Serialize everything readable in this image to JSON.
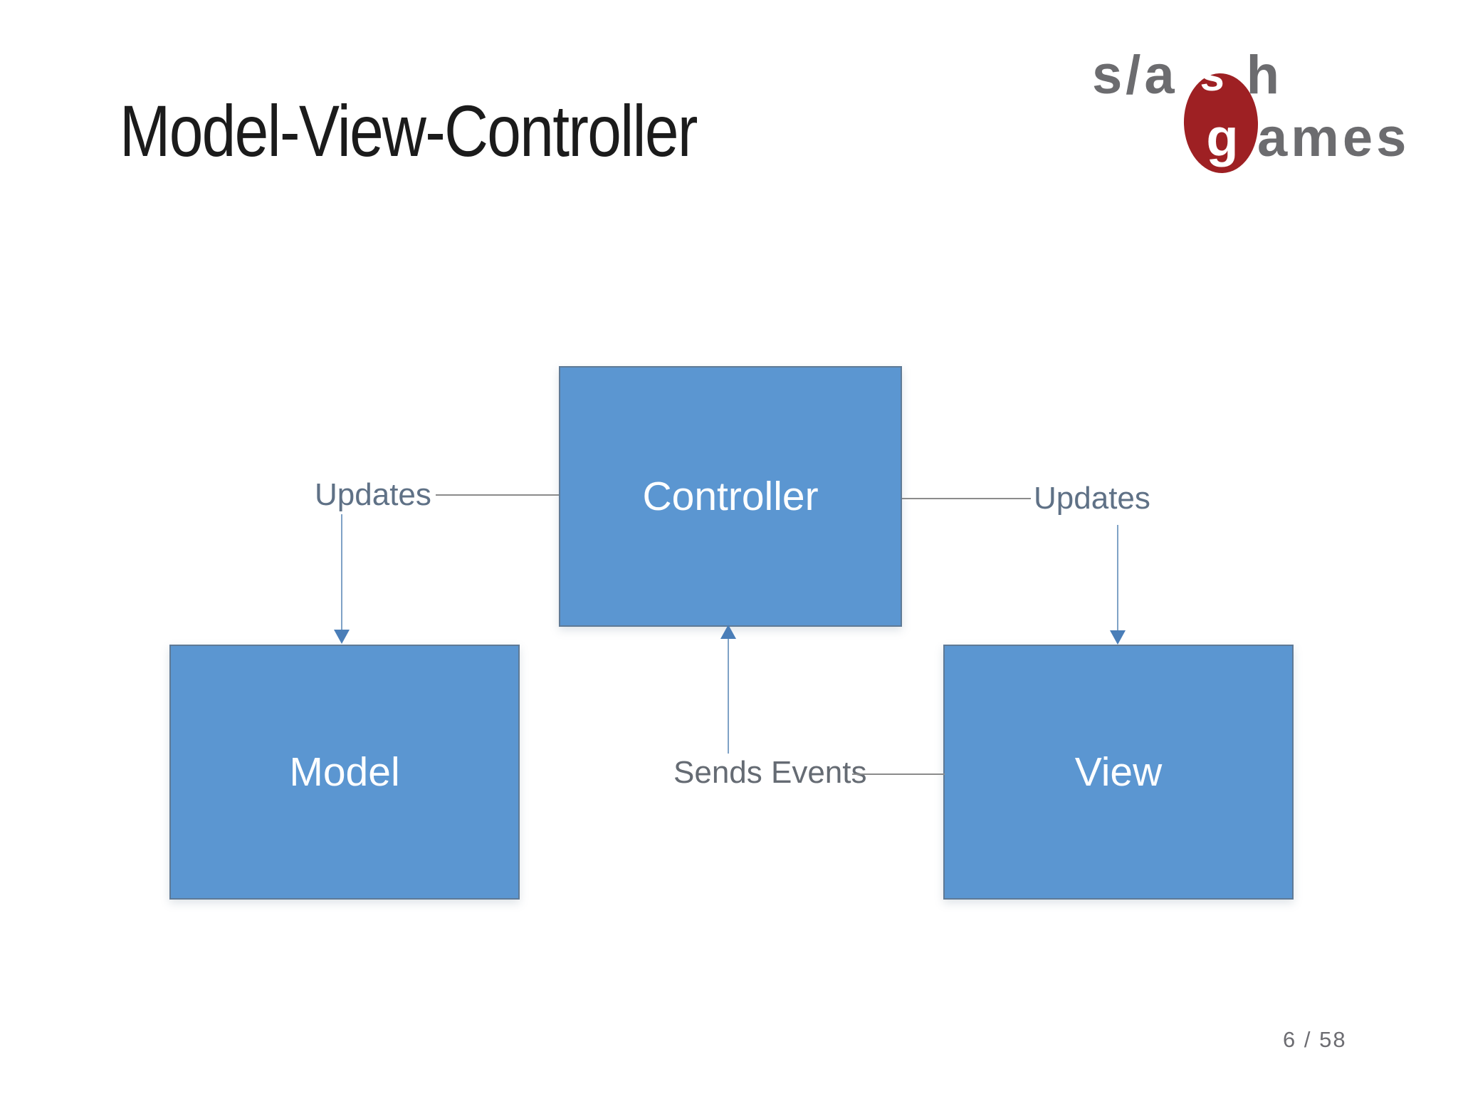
{
  "slide": {
    "title": "Model-View-Controller",
    "page_number": "6 / 58"
  },
  "logo": {
    "name": "slash games",
    "line1_prefix": "s/a",
    "line1_emphasis": "s",
    "line1_suffix": "h",
    "line2_emphasis": "g",
    "line2_suffix": "ames",
    "colors": {
      "text_gray": "#6C6C6F",
      "oval_red": "#9E2023",
      "emphasis_white": "#FFFFFF"
    }
  },
  "diagram": {
    "nodes": [
      {
        "id": "controller",
        "label": "Controller"
      },
      {
        "id": "model",
        "label": "Model"
      },
      {
        "id": "view",
        "label": "View"
      }
    ],
    "edges": [
      {
        "from": "Controller",
        "to": "Model",
        "label": "Updates"
      },
      {
        "from": "Controller",
        "to": "View",
        "label": "Updates"
      },
      {
        "from": "View",
        "to": "Controller",
        "label": "Sends Events"
      }
    ],
    "labels": {
      "updates_left": "Updates",
      "updates_right": "Updates",
      "sends_events": "Sends Events"
    },
    "colors": {
      "box_fill": "#5B96D1",
      "box_border": "#5F7A96",
      "box_text": "#FDFEFF",
      "connector_gray": "#8B8B8B",
      "connector_blue": "#7FA2C6",
      "arrow_blue": "#4A7EB8",
      "label_color": "#5F7186"
    }
  }
}
